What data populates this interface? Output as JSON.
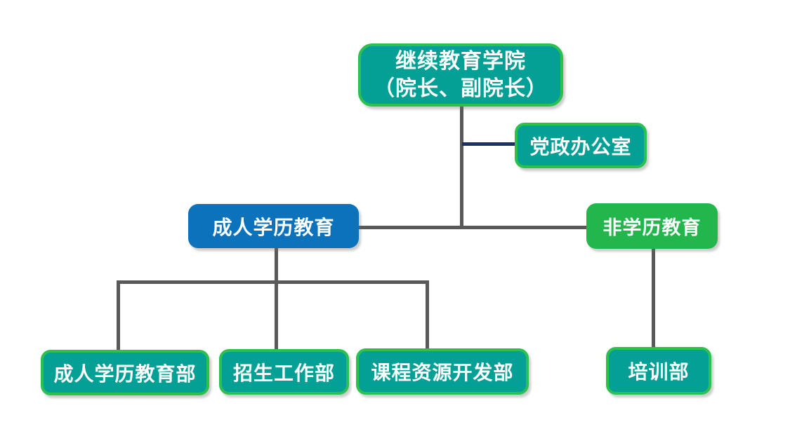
{
  "diagram": {
    "type": "org-chart",
    "background": "#FFFFFF",
    "colors": {
      "teal_fill": "#04A096",
      "teal_border": "#2CC04F",
      "blue_fill": "#0D72BC",
      "green_fill": "#23B64D",
      "connector_gray": "#595959",
      "connector_navy": "#1B3160",
      "text": "#FFFFFF"
    },
    "nodes": {
      "college": {
        "line1": "继续教育学院",
        "line2": "（院长、副院长）"
      },
      "party_office": {
        "label": "党政办公室"
      },
      "adult_education": {
        "label": "成人学历教育"
      },
      "non_academic_education": {
        "label": "非学历教育"
      },
      "adult_education_dept": {
        "label": "成人学历教育部"
      },
      "admissions_dept": {
        "label": "招生工作部"
      },
      "curriculum_dept": {
        "label": "课程资源开发部"
      },
      "training_dept": {
        "label": "培训部"
      }
    },
    "edges": [
      {
        "from": "college",
        "to": "party_office"
      },
      {
        "from": "college",
        "to": "adult_education"
      },
      {
        "from": "college",
        "to": "non_academic_education"
      },
      {
        "from": "adult_education",
        "to": "adult_education_dept"
      },
      {
        "from": "adult_education",
        "to": "admissions_dept"
      },
      {
        "from": "adult_education",
        "to": "curriculum_dept"
      },
      {
        "from": "non_academic_education",
        "to": "training_dept"
      }
    ]
  }
}
